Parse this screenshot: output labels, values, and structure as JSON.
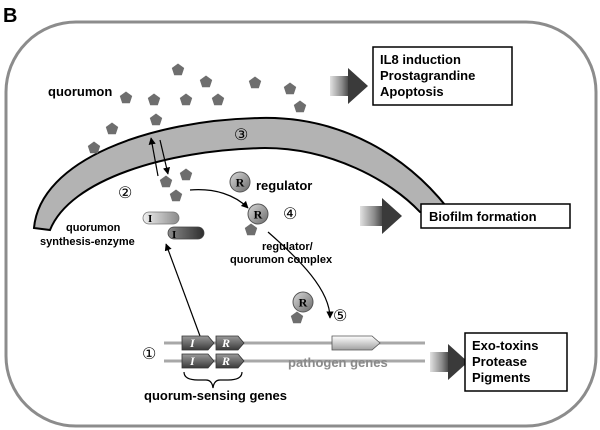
{
  "panel_letter": "B",
  "labels": {
    "quorumon": "quorumon",
    "regulator": "regulator",
    "synthesis_line1": "quorumon",
    "synthesis_line2": "synthesis-enzyme",
    "complex_line1": "regulator/",
    "complex_line2": "quorumon complex",
    "pathogen_genes": "pathogen genes",
    "qs_genes": "quorum-sensing genes"
  },
  "steps": [
    "①",
    "②",
    "③",
    "④",
    "⑤"
  ],
  "outcomes": {
    "host": [
      "IL8 induction",
      "Prostagrandine",
      "Apoptosis"
    ],
    "biofilm": "Biofilm formation",
    "pathogen": [
      "Exo-toxins",
      "Protease",
      "Pigments"
    ]
  },
  "glyphs": {
    "regulator": "R",
    "enzyme": "I",
    "gene_i": "I",
    "gene_r": "R"
  },
  "colors": {
    "membrane_fill": "#b3b3b3",
    "molecule": "#6e6e6e",
    "cell_border": "#8c8c8c"
  }
}
